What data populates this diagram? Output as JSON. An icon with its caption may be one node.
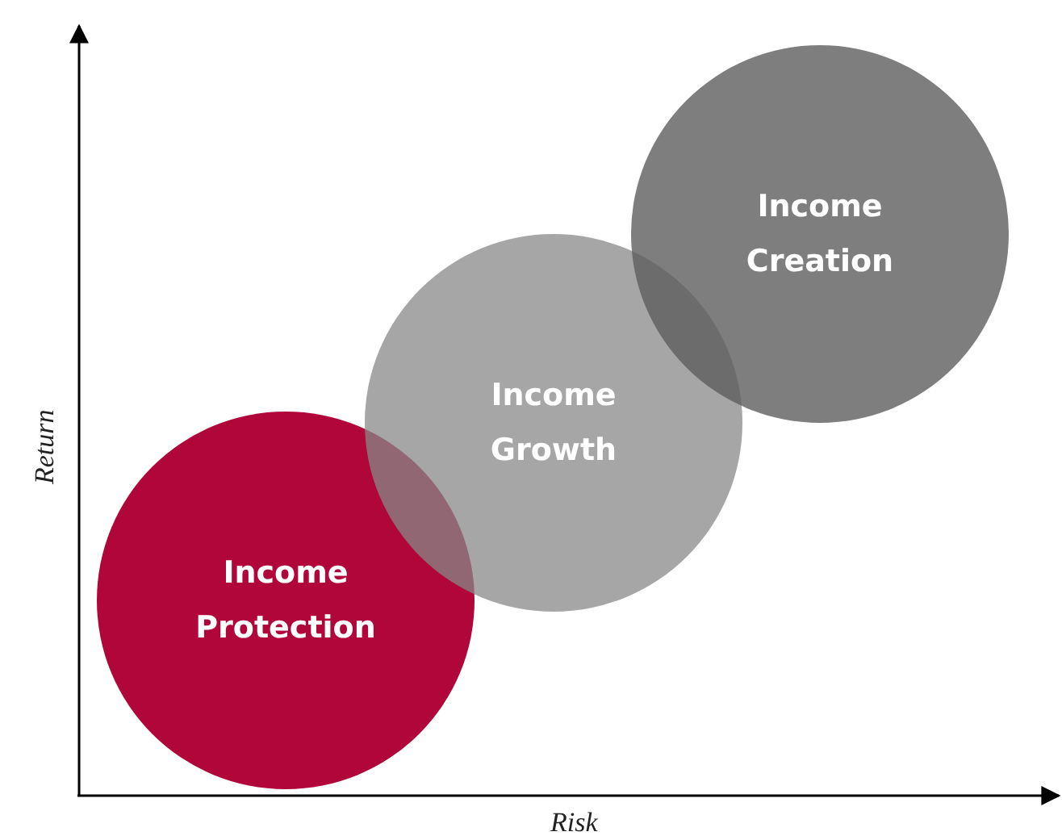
{
  "diagram": {
    "nodes": [
      {
        "text": [
          "Income Protection"
        ]
      },
      {
        "text": [
          "Income Growth"
        ]
      },
      {
        "text": [
          "Income Creation"
        ]
      }
    ],
    "labels": [
      "Return",
      "Risk"
    ]
  }
}
